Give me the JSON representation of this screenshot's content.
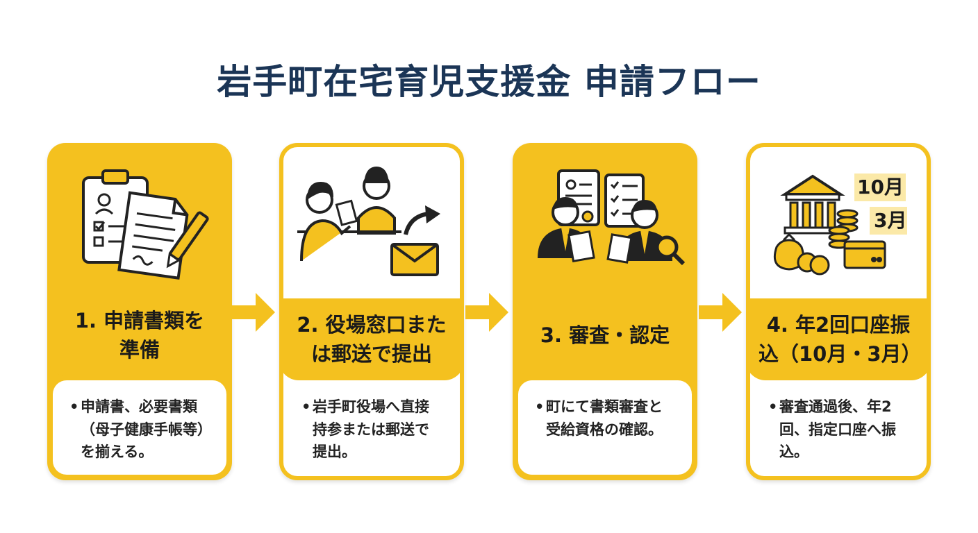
{
  "title": "岩手町在宅育児支援金 申請フロー",
  "steps": [
    {
      "label": "1. 申請書類を\n準備",
      "description": "申請書、必要書類\n（母子健康手帳等）\nを揃える。",
      "icon": "clipboard-documents-pen-icon"
    },
    {
      "label": "2. 役場窓口また\nは郵送で提出",
      "description": "岩手町役場へ直接\n持参または郵送で\n提出。",
      "icon": "counter-staff-envelope-icon"
    },
    {
      "label": "3. 審査・認定",
      "description": "町にて書類審査と\n受給資格の確認。",
      "icon": "officials-review-documents-icon"
    },
    {
      "label": "4. 年2回口座振\n込（10月・3月）",
      "description": "審査通過後、年2\n回、指定口座へ振\n込。",
      "icon": "bank-coins-card-icon"
    }
  ],
  "month_labels": [
    "10月",
    "3月"
  ],
  "colors": {
    "accent": "#f4c11f",
    "title": "#1b3556",
    "text": "#1a1a1a"
  }
}
